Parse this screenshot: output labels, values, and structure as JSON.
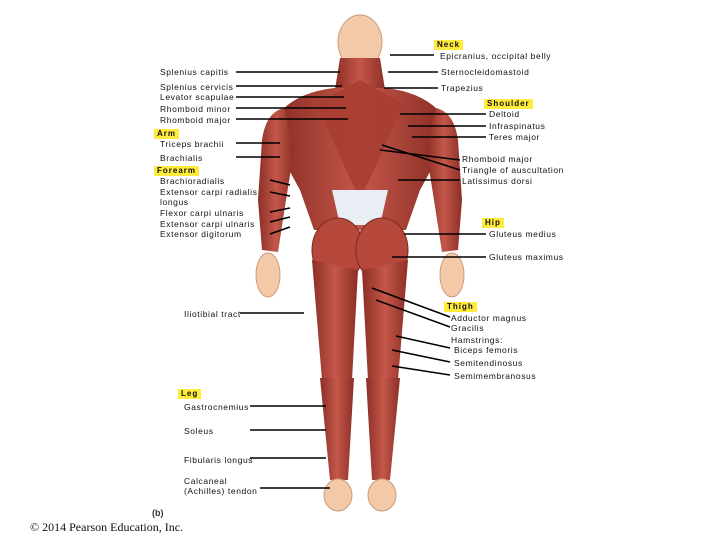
{
  "colors": {
    "muscle": "#b5473b",
    "muscle_dark": "#8c2e26",
    "tendon": "#e9eef5",
    "skin": "#f3c9a8",
    "leader": "#000000",
    "header_bg": "#ffeb3b"
  },
  "headers": {
    "neck": "Neck",
    "shoulder": "Shoulder",
    "arm": "Arm",
    "forearm": "Forearm",
    "hip": "Hip",
    "thigh": "Thigh",
    "leg": "Leg"
  },
  "labels": {
    "epicranius": "Epicranius, occipital belly",
    "splenius_capitis": "Splenius capitis",
    "sternocleidomastoid": "Sternocleidomastoid",
    "splenius_cervicis": "Splenius cervicis",
    "levator_scapulae": "Levator scapulae",
    "trapezius": "Trapezius",
    "rhomboid_minor_left": "Rhomboid minor",
    "rhomboid_major_left": "Rhomboid major",
    "deltoid": "Deltoid",
    "infraspinatus": "Infraspinatus",
    "teres_major": "Teres major",
    "triceps_brachii": "Triceps brachii",
    "brachialis": "Brachialis",
    "rhomboid_major_right": "Rhomboid major",
    "triangle_auscultation": "Triangle of auscultation",
    "latissimus_dorsi": "Latissimus dorsi",
    "brachioradialis": "Brachioradialis",
    "ecr_longus_1": "Extensor carpi radialis",
    "ecr_longus_2": "longus",
    "flexor_carpi_ulnaris": "Flexor carpi ulnaris",
    "extensor_carpi_ulnaris": "Extensor carpi ulnaris",
    "extensor_digitorum": "Extensor digitorum",
    "gluteus_medius": "Gluteus medius",
    "gluteus_maximus": "Gluteus maximus",
    "iliotibial_tract": "Iliotibial tract",
    "adductor_magnus": "Adductor magnus",
    "gracilis": "Gracilis",
    "hamstrings": "Hamstrings:",
    "biceps_femoris": "Biceps femoris",
    "semitendinosus": "Semitendinosus",
    "semimembranosus": "Semimembranosus",
    "gastrocnemius": "Gastrocnemius",
    "soleus": "Soleus",
    "fibularis_longus": "Fibularis longus",
    "calcaneal_1": "Calcaneal",
    "calcaneal_2": "(Achilles) tendon"
  },
  "figure_label": "(b)",
  "copyright": "© 2014 Pearson Education, Inc."
}
